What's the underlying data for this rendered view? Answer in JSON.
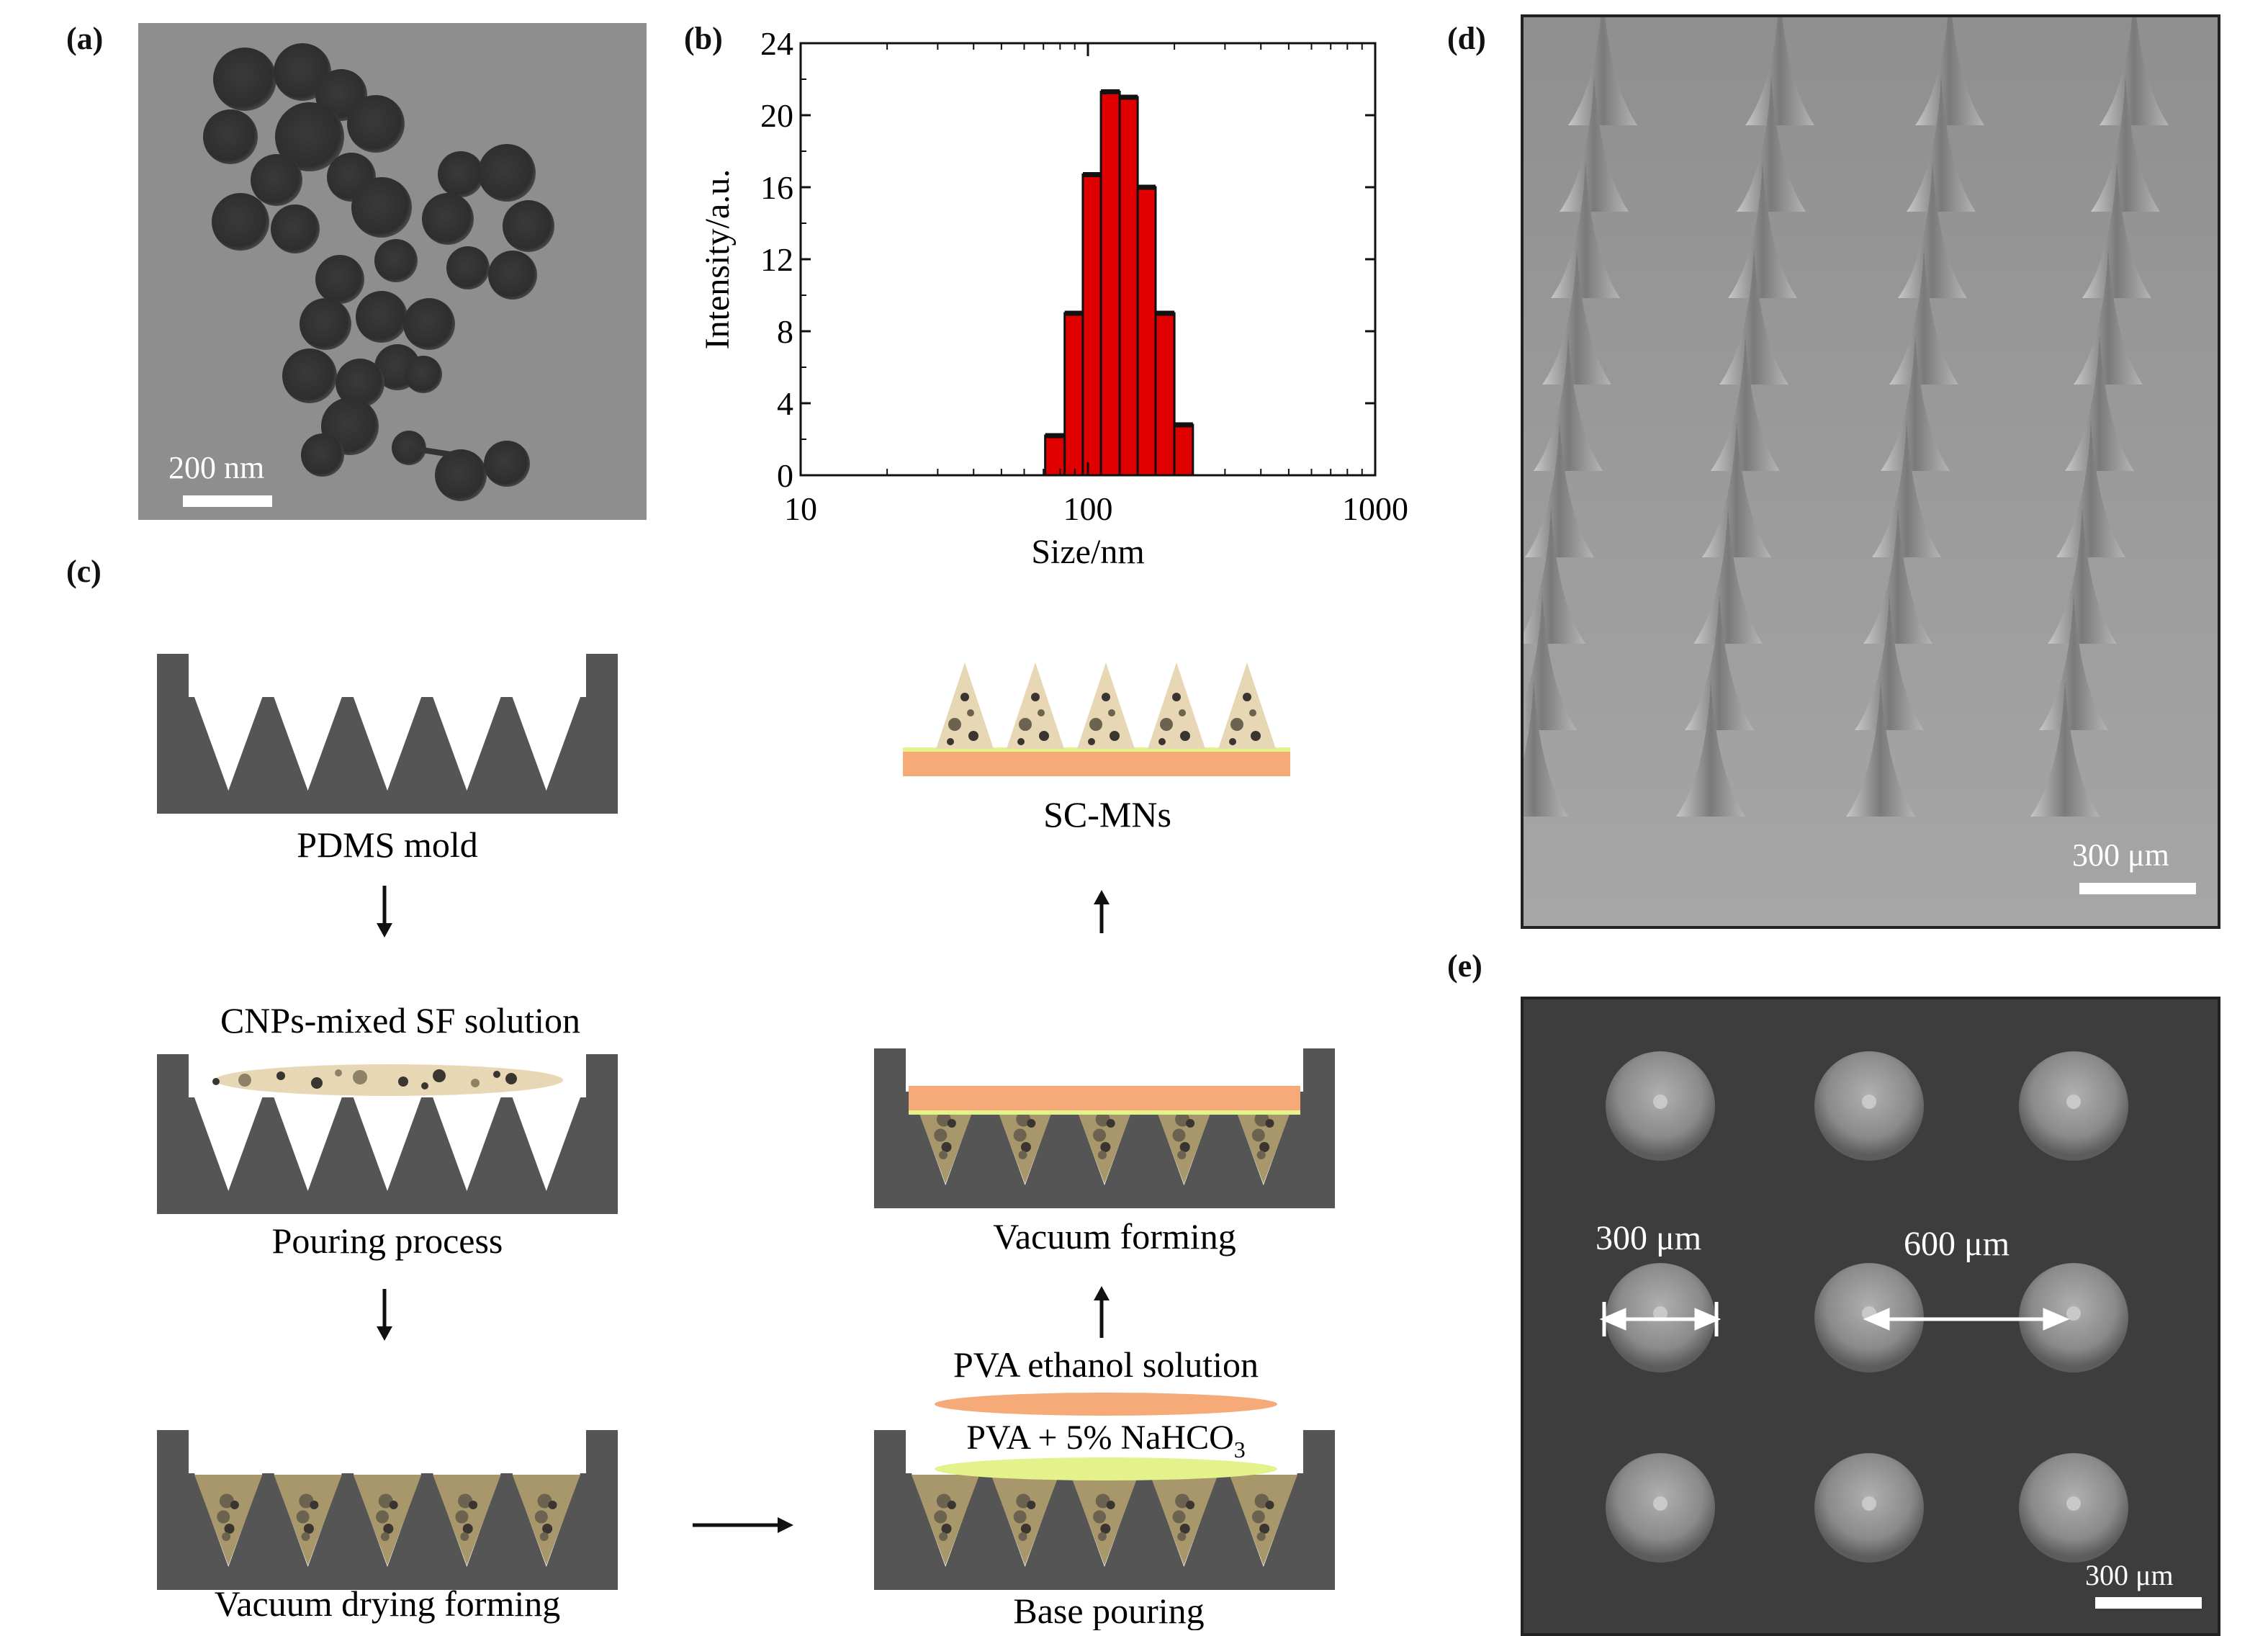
{
  "panels": {
    "a": {
      "label": "(a)",
      "scale": "200 nm"
    },
    "b": {
      "label": "(b)"
    },
    "c": {
      "label": "(c)"
    },
    "d": {
      "label": "(d)",
      "scale": "300 μm"
    },
    "e": {
      "label": "(e)",
      "scale": "300 μm",
      "dim1": "300 μm",
      "dim2": "600 μm"
    }
  },
  "schematic": {
    "pdms_mold": "PDMS mold",
    "solution": "CNPs-mixed SF solution",
    "pouring": "Pouring process",
    "vacuum_drying": "Vacuum drying forming",
    "base_pouring": "Base pouring",
    "pva_nahco3_pre": "PVA + 5% NaHCO",
    "pva_nahco3_sub": "3",
    "pva_ethanol": "PVA ethanol solution",
    "vacuum_forming": "Vacuum forming",
    "sc_mns": "SC-MNs"
  },
  "colors": {
    "mold": "#555555",
    "sf_solution": "#e8d7b4",
    "dried_tips": "#a8976a",
    "pva_layer": "#f5aa78",
    "nahco3_layer": "#e4f28c",
    "bar": "#e00000"
  },
  "chart_data": {
    "type": "bar",
    "xlabel": "Size/nm",
    "ylabel": "Intensity/a.u.",
    "xscale": "log",
    "xlim": [
      10,
      1000
    ],
    "ylim": [
      0,
      24
    ],
    "xticks": [
      "10",
      "100",
      "1000"
    ],
    "yticks": [
      "0",
      "4",
      "8",
      "12",
      "16",
      "20",
      "24"
    ],
    "bins": [
      {
        "x0": 71,
        "x1": 83,
        "value": 2.2
      },
      {
        "x0": 83,
        "x1": 96,
        "value": 9
      },
      {
        "x0": 96,
        "x1": 111,
        "value": 16.7
      },
      {
        "x0": 111,
        "x1": 129,
        "value": 21.3
      },
      {
        "x0": 129,
        "x1": 149,
        "value": 21
      },
      {
        "x0": 149,
        "x1": 172,
        "value": 16
      },
      {
        "x0": 172,
        "x1": 200,
        "value": 9
      },
      {
        "x0": 200,
        "x1": 232,
        "value": 2.8
      }
    ]
  }
}
